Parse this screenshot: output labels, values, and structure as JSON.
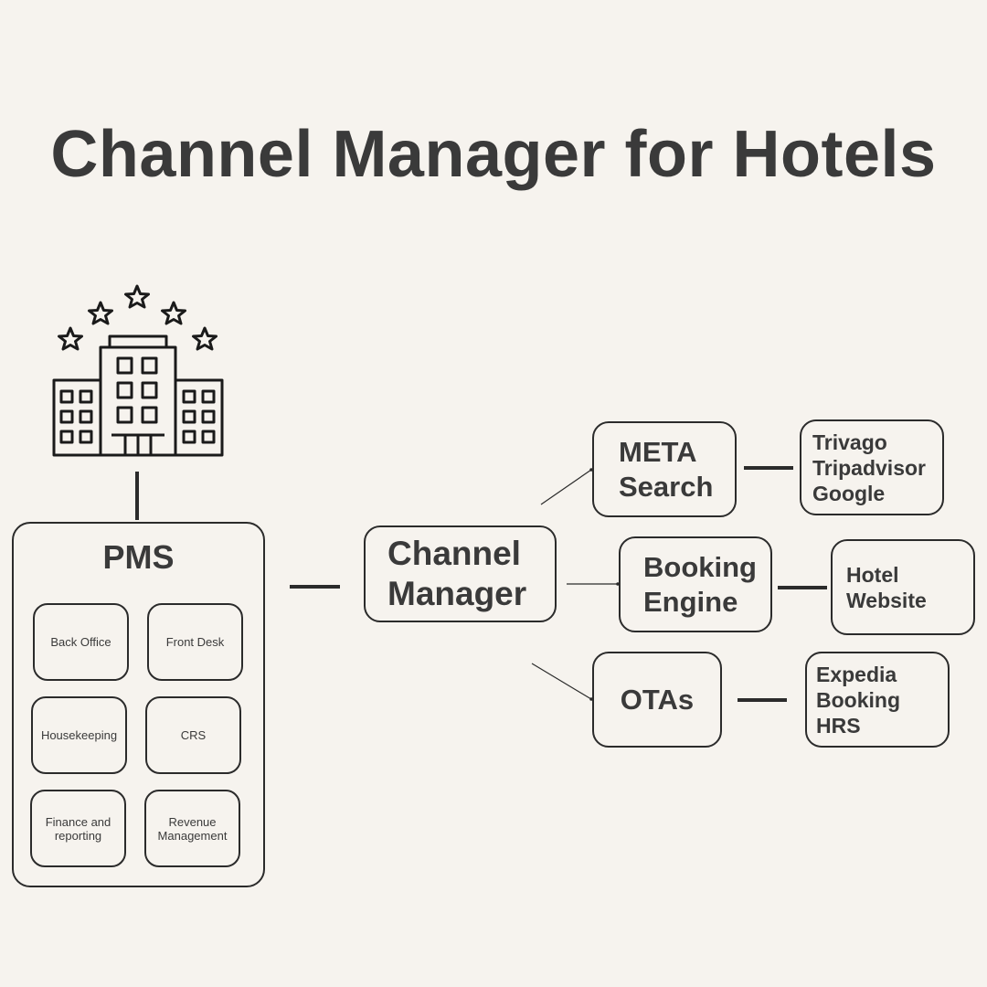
{
  "title": "Channel Manager for Hotels",
  "icons": {
    "hotel": "hotel-building-with-stars-icon"
  },
  "pms": {
    "label": "PMS",
    "modules": [
      "Back Office",
      "Front Desk",
      "Housekeeping",
      "CRS",
      "Finance and reporting",
      "Revenue Management"
    ]
  },
  "channel_manager": {
    "line1": "Channel",
    "line2": "Manager"
  },
  "meta_search": {
    "line1": "META",
    "line2": "Search",
    "targets": [
      "Trivago",
      "Tripadvisor",
      "Google"
    ]
  },
  "booking_engine": {
    "line1": "Booking",
    "line2": "Engine",
    "targets": [
      "Hotel",
      "Website"
    ]
  },
  "otas": {
    "label": "OTAs",
    "targets": [
      "Expedia",
      "Booking",
      "HRS"
    ]
  },
  "colors": {
    "background": "#f6f3ee",
    "text": "#3a3a3a",
    "stroke": "#2b2b2b"
  }
}
